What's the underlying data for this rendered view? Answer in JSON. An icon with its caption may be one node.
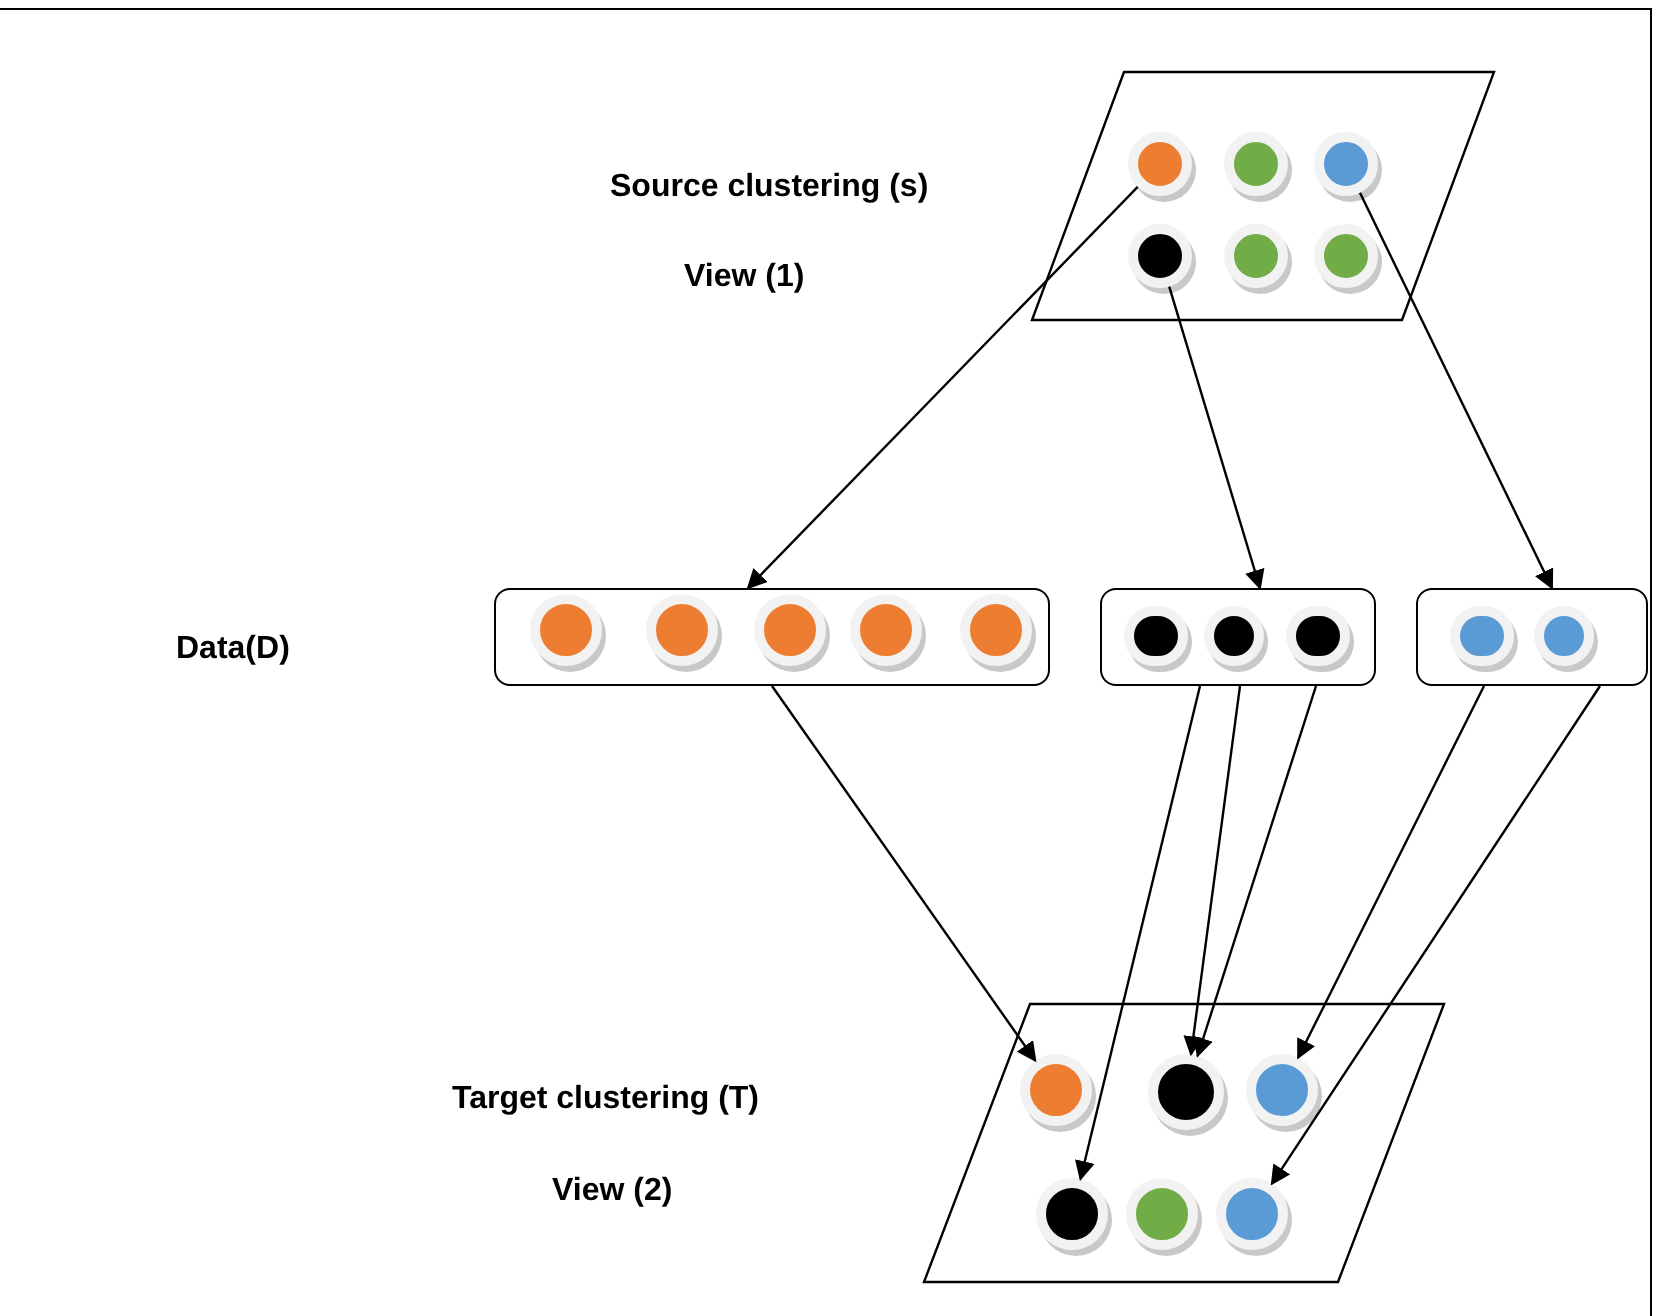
{
  "diagram": {
    "nodes": [
      {
        "text": [],
        "shape": "parallelogram",
        "beside": [
          "Source clustering (s)",
          "View (1)"
        ]
      },
      {
        "text": [],
        "shape": "circle",
        "in": 0
      },
      {
        "text": [],
        "shape": "circle",
        "in": 0
      },
      {
        "text": [],
        "shape": "circle",
        "in": 0
      },
      {
        "text": [],
        "shape": "circle",
        "in": 0
      },
      {
        "text": [],
        "shape": "circle",
        "in": 0
      },
      {
        "text": [],
        "shape": "circle",
        "in": 0
      },
      {
        "text": [],
        "shape": "box"
      },
      {
        "text": [],
        "shape": "circle",
        "in": 7
      },
      {
        "text": [],
        "shape": "circle",
        "in": 7
      },
      {
        "text": [],
        "shape": "circle",
        "in": 7
      },
      {
        "text": [],
        "shape": "circle",
        "in": 7
      },
      {
        "text": [],
        "shape": "circle",
        "in": 7
      },
      {
        "text": [],
        "shape": "box"
      },
      {
        "text": [],
        "shape": "circle",
        "in": 13
      },
      {
        "text": [],
        "shape": "circle",
        "in": 13
      },
      {
        "text": [],
        "shape": "circle",
        "in": 13
      },
      {
        "text": [],
        "shape": "box"
      },
      {
        "text": [],
        "shape": "circle",
        "in": 17
      },
      {
        "text": [],
        "shape": "circle",
        "in": 17
      },
      {
        "text": [],
        "shape": "parallelogram",
        "beside": [
          "Target clustering (T)",
          "View (2)"
        ]
      },
      {
        "text": [],
        "shape": "circle",
        "in": 20
      },
      {
        "text": [],
        "shape": "circle",
        "in": 20
      },
      {
        "text": [],
        "shape": "circle",
        "in": 20
      },
      {
        "text": [],
        "shape": "circle",
        "in": 20
      },
      {
        "text": [],
        "shape": "circle",
        "in": 20
      },
      {
        "text": [],
        "shape": "circle",
        "in": 20
      }
    ],
    "edges": [
      {
        "from": 1,
        "to": 7,
        "arrow": "to"
      },
      {
        "from": 4,
        "to": 13,
        "arrow": "to"
      },
      {
        "from": 3,
        "to": 17,
        "arrow": "to"
      },
      {
        "from": 7,
        "to": 21,
        "arrow": "to"
      },
      {
        "from": 13,
        "to": 24,
        "arrow": "to"
      },
      {
        "from": 13,
        "to": 22,
        "arrow": "to"
      },
      {
        "from": 13,
        "to": 22,
        "arrow": "to"
      },
      {
        "from": 17,
        "to": 23,
        "arrow": "to"
      },
      {
        "from": 17,
        "to": 26,
        "arrow": "to"
      }
    ],
    "labels": [
      "Data(D)"
    ]
  }
}
